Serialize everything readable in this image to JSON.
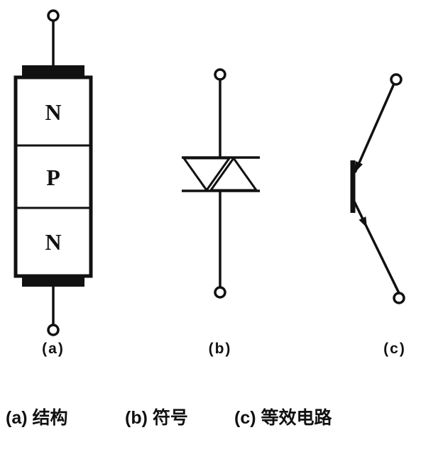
{
  "colors": {
    "ink": "#111111",
    "background": "#ffffff"
  },
  "figure": {
    "sub_a": {
      "label": "(a)",
      "layers": [
        "N",
        "P",
        "N"
      ]
    },
    "sub_b": {
      "label": "(b)"
    },
    "sub_c": {
      "label": "(c)"
    },
    "caption": {
      "a": "(a) 结构",
      "b": "(b) 符号",
      "c": "(c) 等效电路"
    }
  }
}
